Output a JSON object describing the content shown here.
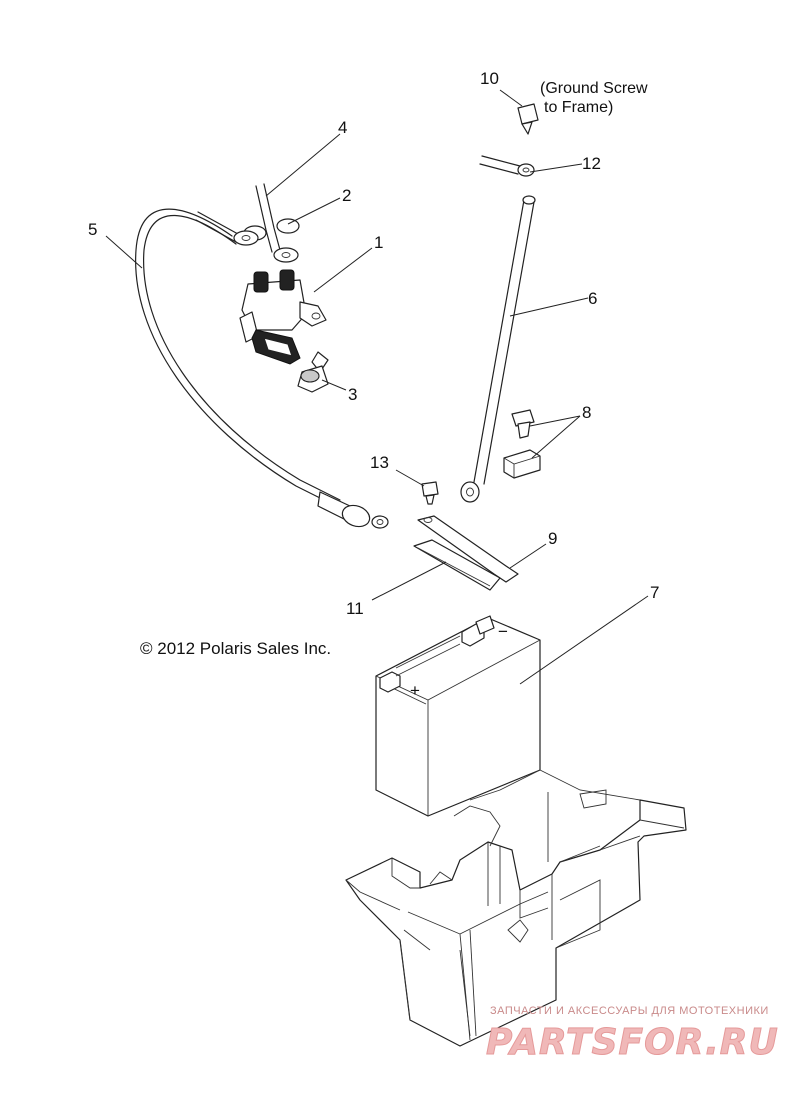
{
  "diagram": {
    "callouts": [
      {
        "id": "c1",
        "text": "1"
      },
      {
        "id": "c2",
        "text": "2"
      },
      {
        "id": "c3",
        "text": "3"
      },
      {
        "id": "c4",
        "text": "4"
      },
      {
        "id": "c5",
        "text": "5"
      },
      {
        "id": "c6",
        "text": "6"
      },
      {
        "id": "c7",
        "text": "7"
      },
      {
        "id": "c8",
        "text": "8"
      },
      {
        "id": "c9",
        "text": "9"
      },
      {
        "id": "c10",
        "text": "10"
      },
      {
        "id": "c11",
        "text": "11"
      },
      {
        "id": "c12",
        "text": "12"
      },
      {
        "id": "c13",
        "text": "13"
      }
    ],
    "note_line1": "(Ground Screw",
    "note_line2": "to Frame)",
    "copyright": "© 2012 Polaris Sales Inc.",
    "battery_minus": "−",
    "battery_plus": "+"
  },
  "watermark": {
    "tagline": "ЗАПЧАСТИ И АКСЕССУАРЫ ДЛЯ МОТОТЕХНИКИ",
    "brand": "PARTSFOR.RU"
  }
}
